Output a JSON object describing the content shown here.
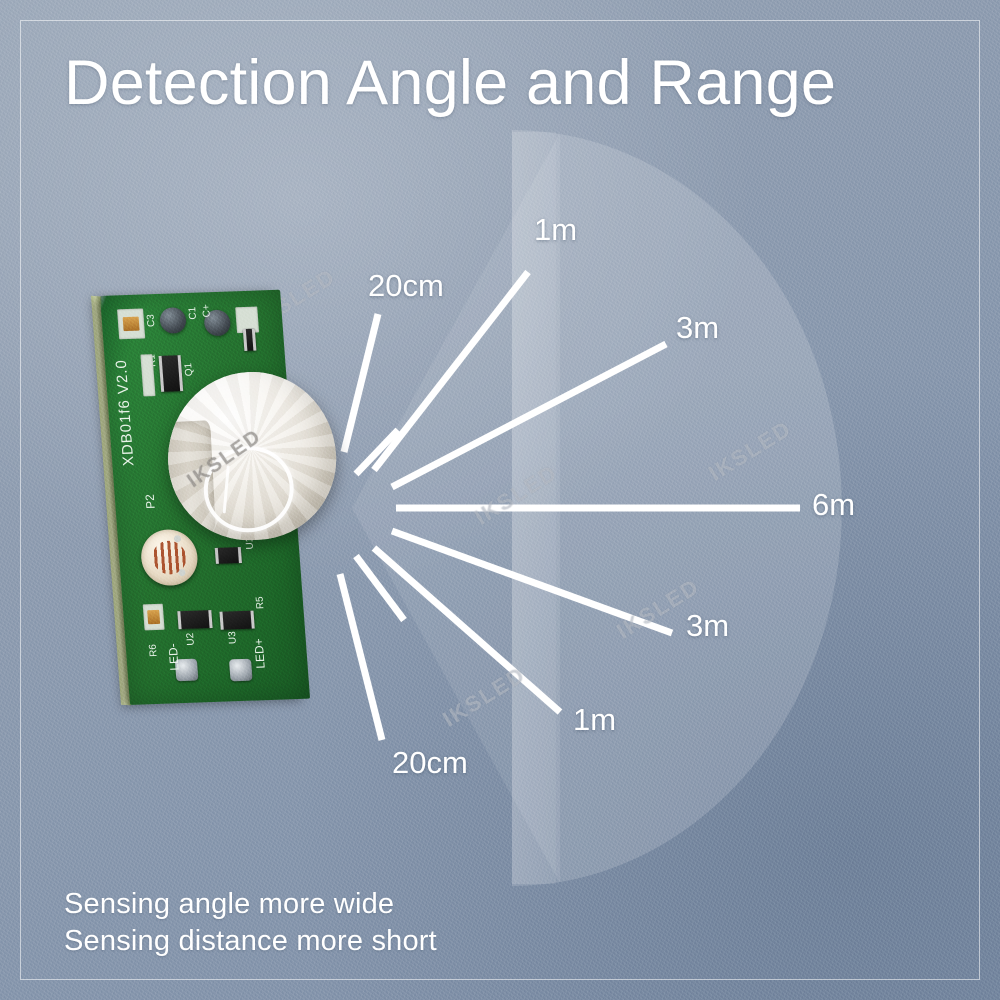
{
  "page": {
    "title": "Detection Angle and Range",
    "background_color": "#8e9cb0",
    "frame_color": "#ffffff",
    "text_color": "#ffffff"
  },
  "captions": {
    "line1": "Sensing angle more wide",
    "line2": "Sensing distance more short"
  },
  "watermark": {
    "text": "IKSLED"
  },
  "chart_data": {
    "type": "diagram",
    "title": "Detection Angle and Range",
    "description": "PIR motion sensor detection fan showing sensing distance at different vertical angles",
    "origin_label": "PIR sensor lens",
    "max_range": "6m",
    "rays": [
      {
        "label": "20cm",
        "angle_deg": -68,
        "side": "upper"
      },
      {
        "label": "1m",
        "angle_deg": -47,
        "side": "upper"
      },
      {
        "label": "3m",
        "angle_deg": -24,
        "side": "upper"
      },
      {
        "label": "6m",
        "angle_deg": 0,
        "side": "center"
      },
      {
        "label": "3m",
        "angle_deg": 24,
        "side": "lower"
      },
      {
        "label": "1m",
        "angle_deg": 47,
        "side": "lower"
      },
      {
        "label": "20cm",
        "angle_deg": 68,
        "side": "lower"
      }
    ],
    "labels": {
      "upper_20cm": "20cm",
      "upper_1m": "1m",
      "upper_3m": "3m",
      "center_6m": "6m",
      "lower_3m": "3m",
      "lower_1m": "1m",
      "lower_20cm": "20cm"
    },
    "zone": {
      "shape": "semicircle",
      "fill": "rgba(255,255,255,0.18)"
    }
  },
  "board": {
    "silkscreen": {
      "model": "XDB01f6 V2.0",
      "p2": "P2",
      "c3": "C3",
      "c1": "C1",
      "c_plus": "C+",
      "q1": "Q1",
      "r1": "R1",
      "r5": "R5",
      "r6": "R6",
      "u1": "U1",
      "u2": "U2",
      "u3": "U3",
      "led_minus": "LED-",
      "led_plus": "LED+"
    },
    "components": {
      "ldr": "photoresistor",
      "dome": "fresnel-lens-dome"
    }
  }
}
